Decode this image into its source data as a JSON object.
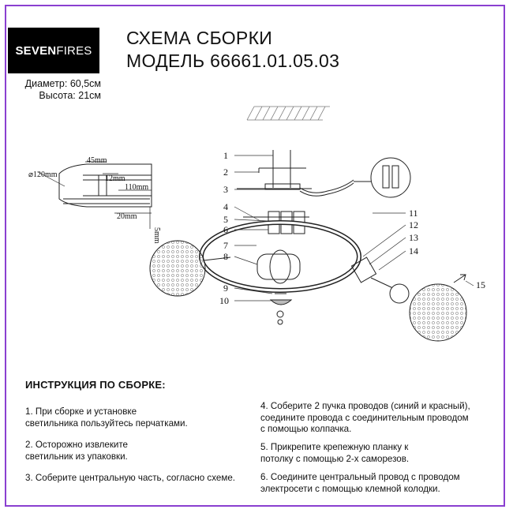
{
  "logo": {
    "bold": "SEVEN",
    "light": "FIRES"
  },
  "header": {
    "line1": "СХЕМА СБОРКИ",
    "line2": "МОДЕЛЬ 66661.01.05.03"
  },
  "dimensions": {
    "diameter": "Диаметр: 60,5см",
    "height": "Высота: 21см"
  },
  "detail": {
    "d120": "⌀120mm",
    "d45": "45mm",
    "d12": "12mm",
    "d110": "110mm",
    "d20": "20mm",
    "d5": "5mm"
  },
  "callouts": [
    "1",
    "2",
    "3",
    "4",
    "5",
    "6",
    "7",
    "8",
    "9",
    "10",
    "11",
    "12",
    "13",
    "14",
    "15"
  ],
  "instructions": {
    "heading": "ИНСТРУКЦИЯ ПО СБОРКЕ:",
    "steps": [
      "1. При сборке и установке светильника пользуйтесь перчатками.",
      "2. Осторожно извлеките светильник из упаковки.",
      "3. Соберите центральную часть, согласно схеме.",
      "4. Соберите 2 пучка проводов (синий и красный), соедините провода с соединительным проводом с помощью колпачка.",
      "5. Прикрепите крепежную планку к потолку с помощью 2-х саморезов.",
      "6. Соедините центральный провод с проводом электросети с помощью клемной колодки."
    ],
    "step_lines": [
      [
        "1. При сборке и установке",
        "светильника пользуйтесь перчатками."
      ],
      [
        "2. Осторожно извлеките",
        "светильник из упаковки."
      ],
      [
        "3. Соберите центральную часть, согласно схеме."
      ],
      [
        "4. Соберите 2 пучка проводов (синий и красный),",
        "соедините провода с соединительным проводом",
        "с помощью колпачка."
      ],
      [
        "5. Прикрепите крепежную планку к",
        "потолку с помощью 2-х саморезов."
      ],
      [
        "6. Соедините центральный провод с проводом",
        "электросети с помощью клемной колодки."
      ]
    ]
  },
  "colors": {
    "frame": "#8a3fd0",
    "logo_bg": "#000000",
    "ink": "#111111"
  }
}
